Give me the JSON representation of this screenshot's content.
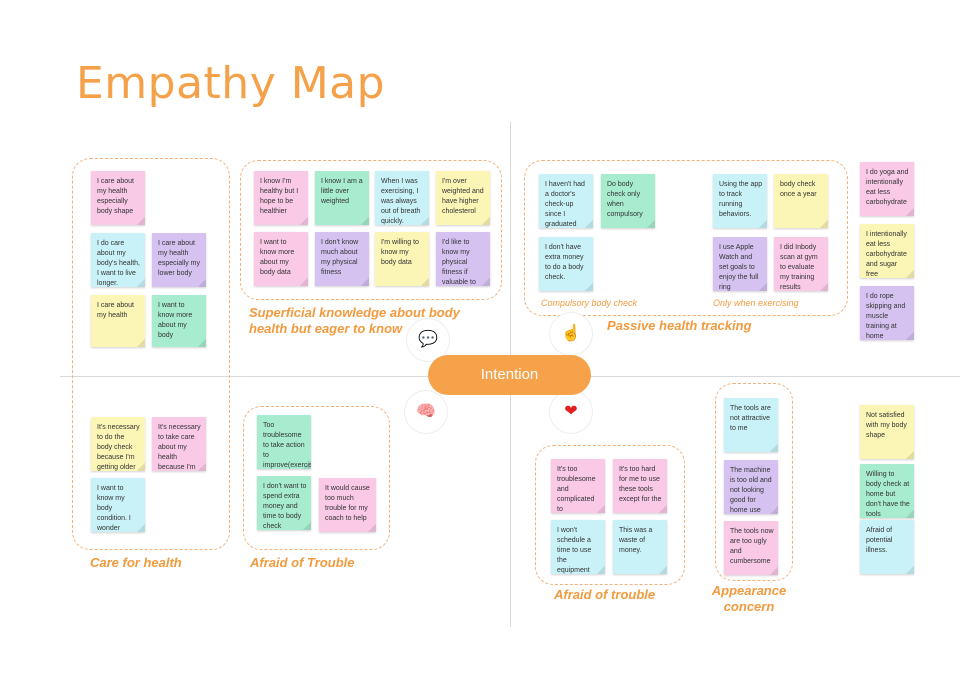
{
  "title": "Empathy Map",
  "center": "Intention",
  "icons": {
    "says": "💬",
    "thinks": "🧠",
    "does": "☝",
    "feels": "❤"
  },
  "labels": {
    "care": "Care for health",
    "knowledge": "Superficial knowledge about body health but eager to know",
    "afraid_left": "Afraid of Trouble",
    "passive": "Passive health tracking",
    "compulsory": "Compulsory body check",
    "exercising": "Only when exercising",
    "afraid_right": "Afraid of trouble",
    "appearance": "Appearance concern"
  },
  "notes": {
    "care1": "I care about my health especially body shape",
    "care2": "I do care about my body's health, I want to live longer.",
    "care3": "I care about my health especially my lower body",
    "care4": "I care about my health",
    "care5": "I want to know more about my body",
    "care6": "It's necessary to do the body check because I'm getting older",
    "care7": "It's necessary to take care about my health because I'm",
    "care8": "I want to know my body condition. I wonder",
    "know1": "I know I'm healthy but I hope to be healthier",
    "know2": "I know I am a little over weighted",
    "know3": "When I was exercising, I was always out of breath quickly.",
    "know4": "I'm over weighted and have higher cholesterol",
    "know5": "I want to know more about my body data",
    "know6": "I don't know much about my physical fitness",
    "know7": "I'm willing to know my body data",
    "know8": "I'd like to know my physical fitness if valuable to my health",
    "trouble1": "Too troublesome to take action to improve(exercis",
    "trouble2": "I don't want to spend extra money and time to body check",
    "trouble3": "It would cause too much trouble for my coach to help",
    "pass1": "I haven't had a doctor's check-up since I graduated from",
    "pass2": "Do body check only when compulsory",
    "pass3": "I don't have extra money to do a body check.",
    "pass4": "Using the app to track running behaviors.",
    "pass5": "body check once a year",
    "pass6": "I use Apple Watch and set goals to enjoy the full ring",
    "pass7": "I did Inbody scan at gym to evaluate my training results",
    "side1": "I do yoga and intentionally eat less carbohydrate",
    "side2": "I intentionally eat less carbohydrate and sugar free",
    "side3": "I do rope skipping and muscle training at home",
    "afr1": "It's too troublesome and complicated to",
    "afr2": "It's too hard for me to use these tools except for the",
    "afr3": "I won't schedule a time to use the equipment regularly.",
    "afr4": "This was a waste of money.",
    "app1": "The tools are not attractive to me",
    "app2": "The machine is too old and not looking good for home use",
    "app3": "The tools now are too ugly and cumbersome",
    "feel1": "Not satisfied with my body shape",
    "feel2": "Willing to body check at home but don't have the tools",
    "feel3": "Afraid of potential illness."
  }
}
